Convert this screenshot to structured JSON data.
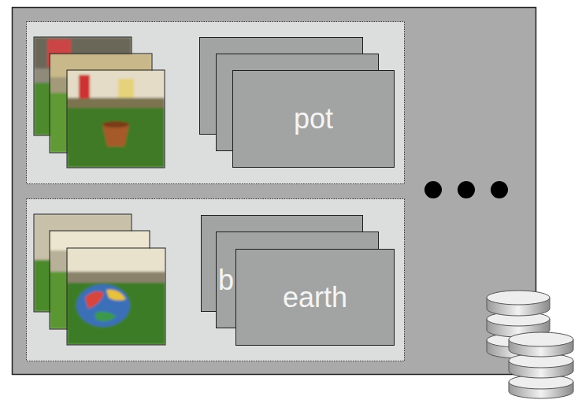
{
  "diagram": {
    "nodes": [
      {
        "text": [
          "pot"
        ]
      },
      {
        "text": [
          "b"
        ]
      },
      {
        "text": [
          "earth"
        ]
      }
    ]
  }
}
